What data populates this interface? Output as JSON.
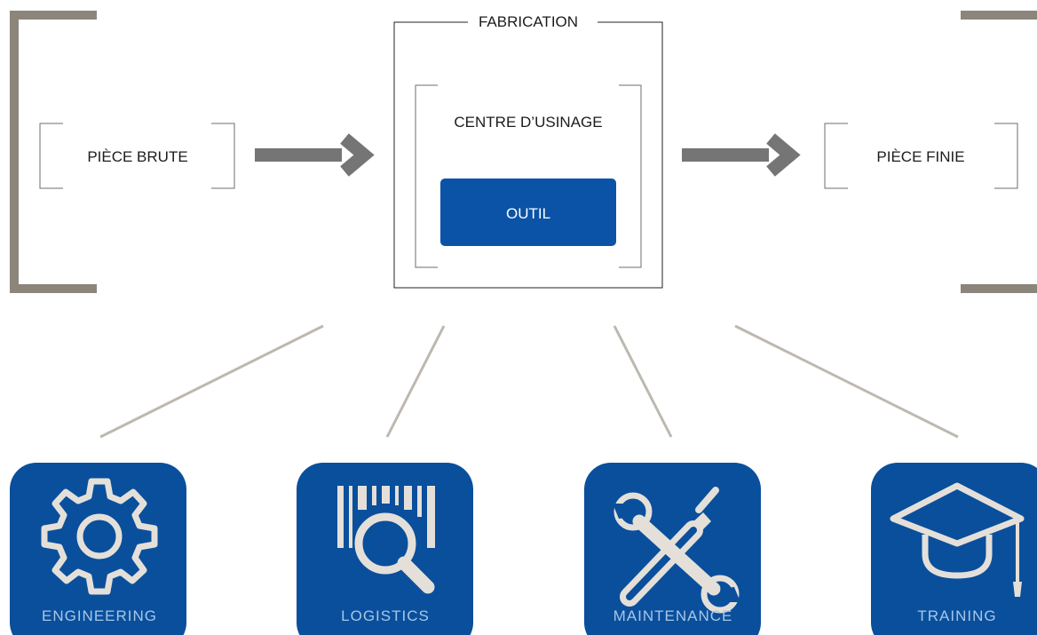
{
  "diagram": {
    "fabrication_label": "FABRICATION",
    "raw_part_label": "PIÈCE BRUTE",
    "machining_center_label": "CENTRE D’USINAGE",
    "tool_label": "OUTIL",
    "finished_part_label": "PIÈCE FINIE"
  },
  "services": [
    {
      "label": "ENGINEERING",
      "icon": "gear-icon"
    },
    {
      "label": "LOGISTICS",
      "icon": "barcode-magnifier-icon"
    },
    {
      "label": "MAINTENANCE",
      "icon": "wrench-screwdriver-icon"
    },
    {
      "label": "TRAINING",
      "icon": "graduation-cap-icon"
    }
  ],
  "colors": {
    "tile_blue": "#0a4f9c",
    "tool_blue": "#0a53a6",
    "big_bracket": "#8c857b",
    "arrow": "#757575",
    "connector": "#bdb8b0",
    "thin_line": "#6e6e6e",
    "icon": "#e4e0d9",
    "tile_text": "#a7c6e6"
  }
}
